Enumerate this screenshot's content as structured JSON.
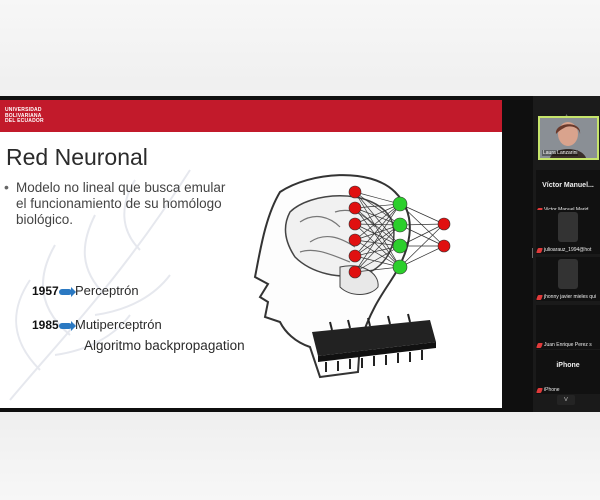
{
  "slide": {
    "logo_lines": "UNIVERSIDAD\nBOLIVARIANA\nDEL ECUADOR",
    "title": "Red Neuronal",
    "bullet": "Modelo no lineal que busca emular el funcionamiento de su homólogo biológico.",
    "items": [
      {
        "year": "1957",
        "term": "Perceptrón"
      },
      {
        "year": "1985",
        "term": "Mutiperceptrón"
      }
    ],
    "algorithm": "Algoritmo  backpropagation"
  },
  "participants": {
    "active_video_name": "Laura Lanzarini",
    "tiles": [
      {
        "big": "Víctor  Manuel...",
        "label": "Victor Manuel Marid"
      },
      {
        "big": "",
        "label": "julioarauz_1994@hot"
      },
      {
        "big": "",
        "label": "jhonny javier mieles qui"
      },
      {
        "big": "",
        "label": "Juan Enrique Perez s"
      },
      {
        "big": "iPhone",
        "label": "iPhone"
      }
    ]
  },
  "colors": {
    "brand_red": "#c21a2b",
    "active_speaker_border": "#c6e46b",
    "arrow_blue": "#2b79c2",
    "node_red": "#e01010",
    "node_green": "#2ccf2c"
  },
  "icons": {
    "collapse_up": "chevron-up-icon",
    "collapse_down": "chevron-down-icon",
    "muted": "muted-mic-icon"
  }
}
